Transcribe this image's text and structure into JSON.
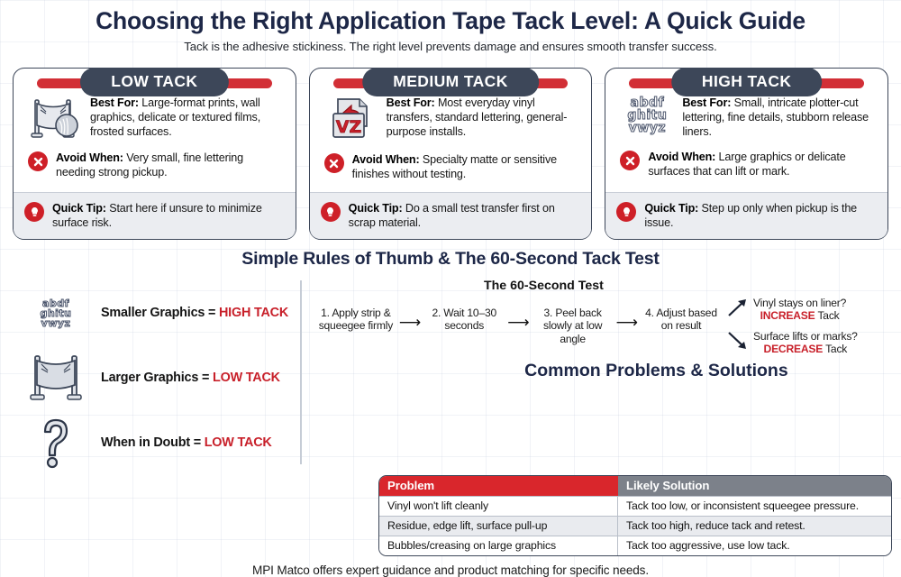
{
  "header": {
    "title": "Choosing the Right Application Tape Tack Level: A Quick Guide",
    "subtitle": "Tack is the adhesive stickiness. The right level prevents damage and ensures smooth transfer success."
  },
  "colors": {
    "navy": "#3d4759",
    "red": "#d22f36",
    "accent_red": "#c8202a",
    "table_header_red": "#d9262c",
    "table_header_gray": "#7c818a",
    "title_navy": "#1d2747"
  },
  "cards": [
    {
      "title": "LOW TACK",
      "icon": "banner-magnifier-icon",
      "best_for_label": "Best For:",
      "best_for_text": " Large-format prints, wall graphics, delicate or textured films, frosted surfaces.",
      "avoid_label": "Avoid When:",
      "avoid_text": " Very small, fine lettering needing strong pickup.",
      "tip_label": "Quick Tip:",
      "tip_text": " Start here if unsure to minimize surface risk."
    },
    {
      "title": "MEDIUM TACK",
      "icon": "vz-document-arrow-icon",
      "icon_text": "VZ",
      "best_for_label": "Best For:",
      "best_for_text": " Most everyday vinyl transfers, standard lettering, general-purpose installs.",
      "avoid_label": "Avoid When:",
      "avoid_text": " Specialty matte or sensitive finishes without testing.",
      "tip_label": "Quick Tip:",
      "tip_text": " Do a small test transfer first on scrap material."
    },
    {
      "title": "HIGH TACK",
      "icon": "outline-letters-icon",
      "icon_lines": [
        "abdf",
        "ghitu",
        "vwyz"
      ],
      "best_for_label": "Best For:",
      "best_for_text": " Small, intricate plotter-cut lettering, fine details, stubborn release liners.",
      "avoid_label": "Avoid When:",
      "avoid_text": " Large graphics or delicate surfaces that can lift or mark.",
      "tip_label": "Quick Tip:",
      "tip_text": " Step up only when pickup is the issue."
    }
  ],
  "mid": {
    "title": "Simple Rules of Thumb & The 60-Second Tack Test",
    "rules": [
      {
        "icon": "outline-letters-icon",
        "icon_lines": [
          "abdf",
          "ghitu",
          "vwyz"
        ],
        "text": "Smaller Graphics = ",
        "accent": "HIGH TACK"
      },
      {
        "icon": "banner-icon",
        "text": "Larger Graphics = ",
        "accent": "LOW TACK"
      },
      {
        "icon": "question-mark-icon",
        "text": "When in Doubt = ",
        "accent": "LOW TACK"
      }
    ],
    "flow_title": "The 60-Second Test",
    "steps": [
      "1. Apply strip & squeegee firmly",
      "2. Wait 10–30 seconds",
      "3. Peel back slowly at low angle",
      "4. Adjust based on result"
    ],
    "arrow": "⟶",
    "branches": [
      {
        "direction": "up",
        "question": "Vinyl stays on liner?",
        "accent": "INCREASE",
        "tail": " Tack"
      },
      {
        "direction": "down",
        "question": "Surface lifts or marks?",
        "accent": "DECREASE",
        "tail": " Tack"
      }
    ]
  },
  "problems": {
    "title": "Common Problems & Solutions",
    "headers": [
      "Problem",
      "Likely Solution"
    ],
    "rows": [
      [
        "Vinyl won't lift cleanly",
        "Tack too low, or inconsistent squeegee pressure."
      ],
      [
        "Residue, edge lift, surface pull-up",
        "Tack too high, reduce tack and retest."
      ],
      [
        "Bubbles/creasing on large graphics",
        "Tack too aggressive, use low tack."
      ]
    ]
  },
  "footer": "MPI Matco offers expert guidance and product matching for specific needs."
}
